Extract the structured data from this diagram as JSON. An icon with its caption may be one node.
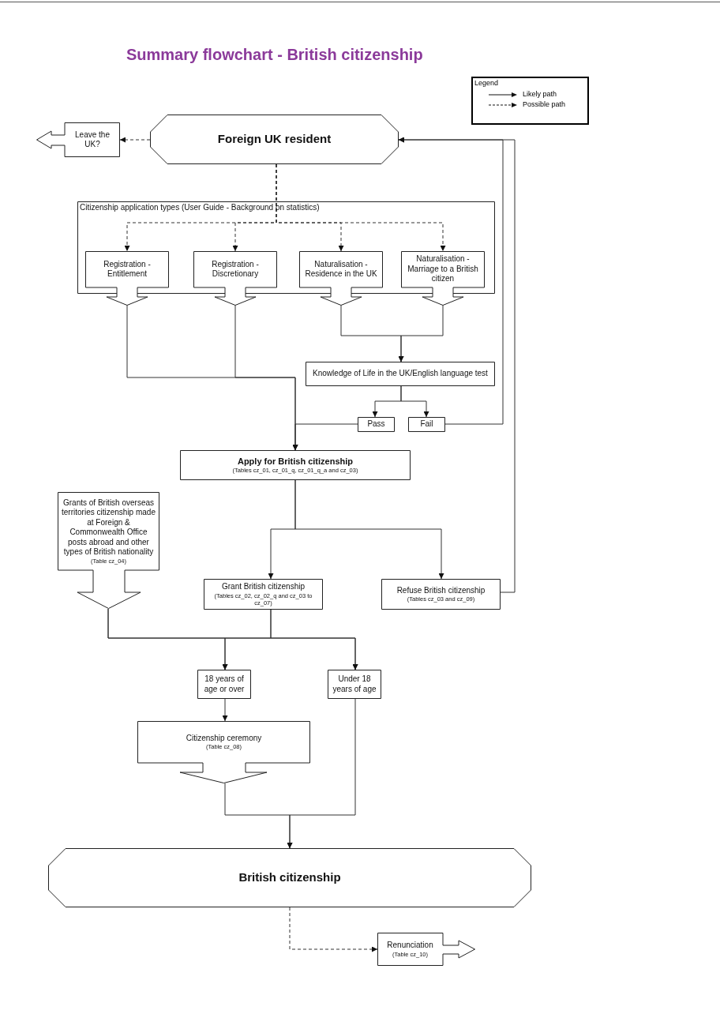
{
  "diagram": {
    "title": "Summary flowchart - British citizenship",
    "nodes": [
      {
        "text": [
          "Foreign UK resident"
        ]
      },
      {
        "text": [
          "Leave the UK?"
        ]
      },
      {
        "text": [
          "Citizenship application types (User Guide - Background on statistics)"
        ]
      },
      {
        "text": [
          "Registration - Entitlement"
        ],
        "in": 2
      },
      {
        "text": [
          "Registration - Discretionary"
        ],
        "in": 2
      },
      {
        "text": [
          "Naturalisation - Residence in the UK"
        ],
        "in": 2
      },
      {
        "text": [
          "Naturalisation - Marriage to a British citizen"
        ],
        "in": 2
      },
      {
        "text": [
          "Knowledge of Life in the UK/English language test"
        ]
      },
      {
        "text": [
          "Pass"
        ]
      },
      {
        "text": [
          "Fail"
        ]
      },
      {
        "text": [
          "Apply for British citizenship",
          "(Tables cz_01, cz_01_q, cz_01_q_a and cz_03)"
        ]
      },
      {
        "text": [
          "Grants of British overseas territories citizenship made at Foreign & Commonwealth Office posts abroad and other types of British nationality",
          "(Table cz_04)"
        ]
      },
      {
        "text": [
          "Grant British citizenship",
          "(Tables cz_02, cz_02_q and cz_03 to cz_07)"
        ]
      },
      {
        "text": [
          "Refuse British citizenship",
          "(Tables cz_03 and cz_09)"
        ]
      },
      {
        "text": [
          "18 years of age or over"
        ]
      },
      {
        "text": [
          "Under 18 years of age"
        ]
      },
      {
        "text": [
          "Citizenship ceremony",
          "(Table cz_08)"
        ]
      },
      {
        "text": [
          "British citizenship"
        ]
      },
      {
        "text": [
          "Renunciation",
          "(Table cz_10)"
        ]
      }
    ],
    "edges": [
      {
        "from": 0,
        "to": 1,
        "arrow": "to",
        "style": "dashed"
      },
      {
        "from": 0,
        "to": 3,
        "arrow": "to",
        "style": "dashed"
      },
      {
        "from": 0,
        "to": 4,
        "arrow": "to",
        "style": "dashed"
      },
      {
        "from": 0,
        "to": 5,
        "arrow": "to",
        "style": "dashed"
      },
      {
        "from": 0,
        "to": 6,
        "arrow": "to",
        "style": "dashed"
      },
      {
        "from": 3,
        "to": 10,
        "arrow": "to"
      },
      {
        "from": 4,
        "to": 10,
        "arrow": "to"
      },
      {
        "from": 5,
        "to": 7,
        "arrow": "to"
      },
      {
        "from": 6,
        "to": 7,
        "arrow": "to"
      },
      {
        "from": 7,
        "to": 8,
        "arrow": "to"
      },
      {
        "from": 7,
        "to": 9,
        "arrow": "to"
      },
      {
        "from": 8,
        "to": 10,
        "arrow": "to"
      },
      {
        "from": 9,
        "to": 0,
        "arrow": "to"
      },
      {
        "from": 13,
        "to": 0,
        "arrow": "to"
      },
      {
        "from": 10,
        "to": 12,
        "arrow": "to"
      },
      {
        "from": 10,
        "to": 13,
        "arrow": "to"
      },
      {
        "from": 11,
        "to": 14,
        "arrow": "to"
      },
      {
        "from": 11,
        "to": 15,
        "arrow": "to"
      },
      {
        "from": 12,
        "to": 14,
        "arrow": "to"
      },
      {
        "from": 12,
        "to": 15,
        "arrow": "to"
      },
      {
        "from": 14,
        "to": 16,
        "arrow": "to"
      },
      {
        "from": 16,
        "to": 17,
        "arrow": "to"
      },
      {
        "from": 15,
        "to": 17,
        "arrow": "to"
      },
      {
        "from": 17,
        "to": 18,
        "arrow": "to",
        "style": "dashed"
      }
    ],
    "labels": [
      "Legend"
    ],
    "legend": [
      {
        "text": "Likely path"
      },
      {
        "text": "Possible path"
      }
    ]
  }
}
